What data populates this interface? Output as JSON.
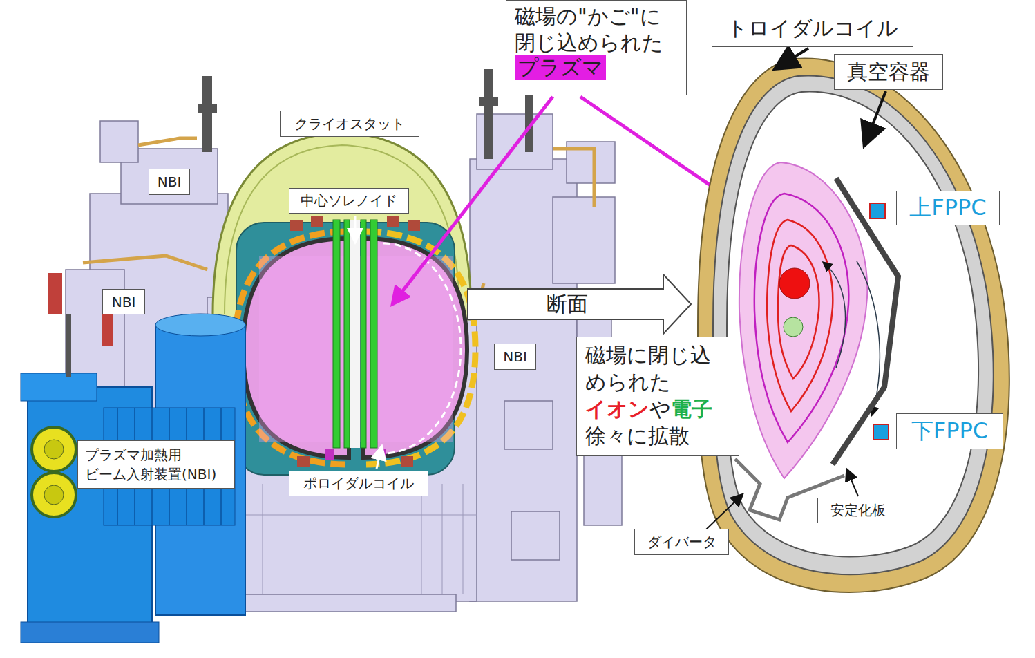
{
  "diagram": {
    "nodes": [
      {
        "text": [
          "磁場の\"かご\"に閉じ込められた",
          "プラズマ"
        ]
      },
      {
        "text": [
          "トロイダルコイル"
        ]
      },
      {
        "text": [
          "真空容器"
        ]
      },
      {
        "text": [
          "クライオスタット"
        ]
      },
      {
        "text": [
          "NBI"
        ]
      },
      {
        "text": [
          "中心ソレノイド"
        ]
      },
      {
        "text": [
          "NBI"
        ]
      },
      {
        "text": [
          "断面"
        ]
      },
      {
        "text": [
          "上FPPC"
        ]
      },
      {
        "text": [
          "NBI"
        ]
      },
      {
        "text": [
          "磁場に閉じ込められた",
          "イオン",
          "や",
          "電子",
          "徐々に拡散"
        ]
      },
      {
        "text": [
          "下FPPC"
        ]
      },
      {
        "text": [
          "プラズマ加熱用 ビーム入射装置(NBI)"
        ]
      },
      {
        "text": [
          "ポロイダルコイル"
        ]
      },
      {
        "text": [
          "安定化板"
        ]
      },
      {
        "text": [
          "ダイバータ"
        ]
      }
    ]
  }
}
